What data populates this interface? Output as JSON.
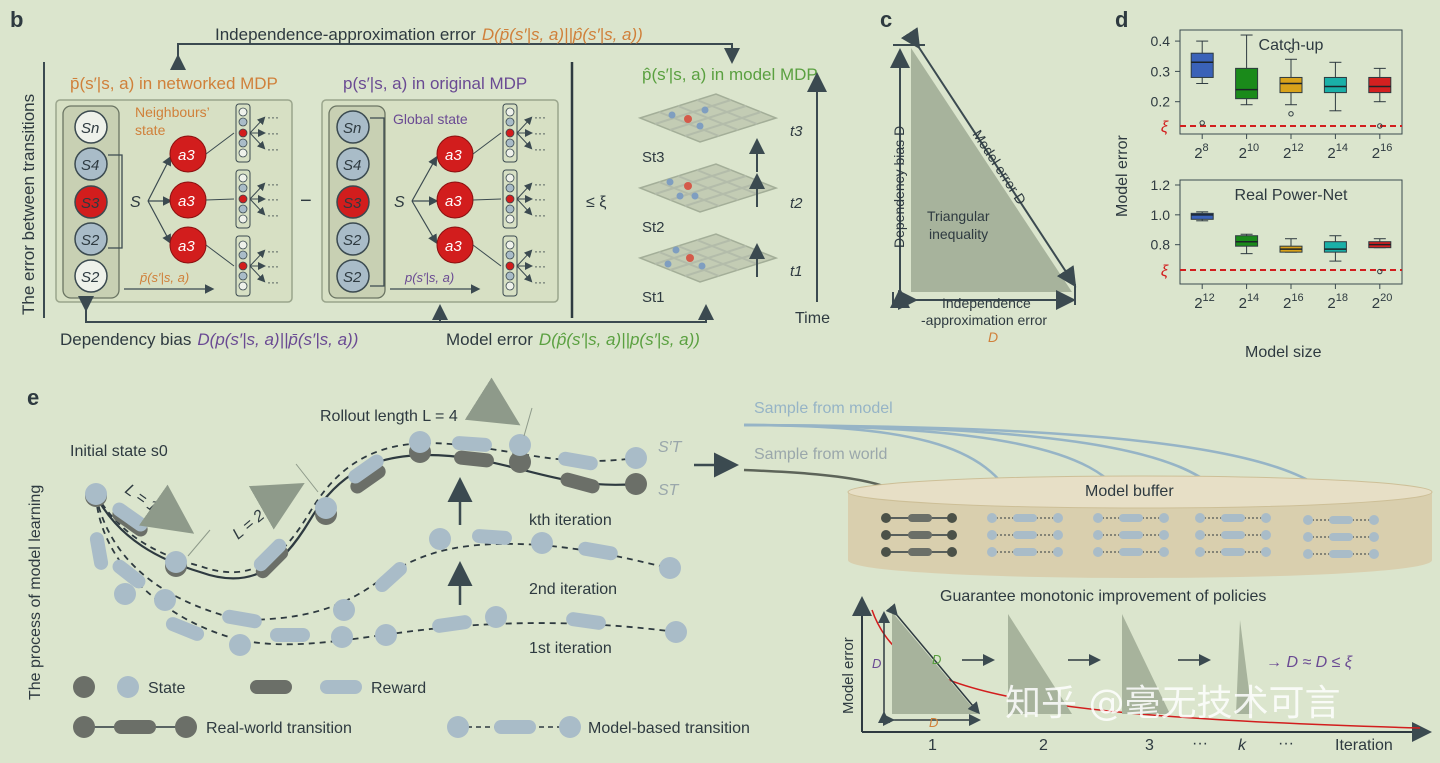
{
  "colors": {
    "background": "#dbe5cd",
    "panel": "#cfd8bd",
    "state_blue": "#a9bcc8",
    "state_red": "#d21d1d",
    "state_white": "#eef1ea",
    "dark": "#2e3a40",
    "orange": "#d0803a",
    "purple": "#6a4a93",
    "green": "#5aa040",
    "xi_red": "#d21d1d",
    "model_line": "#96b4c6",
    "real_dark": "#6b6f68",
    "triangle": "#a7b39c"
  },
  "panel_b": {
    "letter": "b",
    "y_axis": "The error between transitions",
    "top_error": "Independence-approximation error",
    "top_error_formula": "D(p̄(s′|s, a)||p̂(s′|s, a))",
    "networked_title": "p̄(s′|s, a) in networked MDP",
    "original_title": "p(s′|s, a) in original MDP",
    "model_title": "p̂(s′|s, a) in model MDP",
    "neighbours_state": [
      "Neighbours’",
      "state"
    ],
    "global_state": "Global state",
    "states_left": [
      "Sn",
      "S4",
      "S3",
      "S2",
      "S2"
    ],
    "states_right": [
      "Sn",
      "S4",
      "S3",
      "S2",
      "S2"
    ],
    "action": "a3",
    "s_label": "S",
    "minus": "−",
    "le_xi": "≤ ξ",
    "trans_left": "p̄(s′|s, a)",
    "trans_right": "p(s′|s, a)",
    "dots": "···",
    "s_t": [
      "St3",
      "St2",
      "St1"
    ],
    "t_labels": [
      "t3",
      "t2",
      "t1"
    ],
    "time": "Time",
    "dep_bias": "Dependency bias",
    "dep_bias_formula": "D(p(s′|s, a)||p̄(s′|s, a))",
    "model_error": "Model error",
    "model_error_formula": "D(p̂(s′|s, a)||p(s′|s, a))"
  },
  "panel_c": {
    "letter": "c",
    "dep_bias": "Dependency bias D",
    "model_error": "Model error D",
    "tri": [
      "Triangular",
      "inequality"
    ],
    "ind": [
      "Independence",
      "-approximation error",
      "D"
    ]
  },
  "panel_d": {
    "letter": "d",
    "ylabel": "Model error",
    "xlabel": "Model size",
    "xi": "ξ"
  },
  "chart_data": [
    {
      "type": "box",
      "title": "Catch-up",
      "ylabel": "Model error",
      "xlabel": "",
      "ylim": [
        0.1,
        0.43
      ],
      "yticks": [
        0.2,
        0.3,
        0.4
      ],
      "xi_line": 0.12,
      "categories": [
        "2^8",
        "2^10",
        "2^12",
        "2^14",
        "2^16"
      ],
      "series": [
        {
          "color": "#3a62b8",
          "whislo": 0.26,
          "q1": 0.28,
          "med": 0.33,
          "q3": 0.36,
          "whishi": 0.4,
          "fliers": [
            0.13
          ]
        },
        {
          "color": "#1a8a1a",
          "whislo": 0.19,
          "q1": 0.21,
          "med": 0.24,
          "q3": 0.31,
          "whishi": 0.42,
          "fliers": []
        },
        {
          "color": "#d9a21a",
          "whislo": 0.19,
          "q1": 0.23,
          "med": 0.26,
          "q3": 0.28,
          "whishi": 0.34,
          "fliers": [
            0.16,
            0.37
          ]
        },
        {
          "color": "#1ab0a8",
          "whislo": 0.17,
          "q1": 0.23,
          "med": 0.25,
          "q3": 0.28,
          "whishi": 0.33,
          "fliers": []
        },
        {
          "color": "#d42020",
          "whislo": 0.2,
          "q1": 0.23,
          "med": 0.25,
          "q3": 0.28,
          "whishi": 0.31,
          "fliers": [
            0.12
          ]
        }
      ]
    },
    {
      "type": "box",
      "title": "Real Power-Net",
      "ylabel": "Model error",
      "xlabel": "Model size",
      "ylim": [
        0.55,
        1.22
      ],
      "yticks": [
        0.8,
        1.0,
        1.2
      ],
      "xi_line": 0.63,
      "categories": [
        "2^12",
        "2^14",
        "2^16",
        "2^18",
        "2^20"
      ],
      "series": [
        {
          "color": "#3a62b8",
          "whislo": 0.96,
          "q1": 0.97,
          "med": 1.0,
          "q3": 1.01,
          "whishi": 1.02,
          "fliers": []
        },
        {
          "color": "#1a8a1a",
          "whislo": 0.74,
          "q1": 0.79,
          "med": 0.82,
          "q3": 0.86,
          "whishi": 0.87,
          "fliers": []
        },
        {
          "color": "#d9a21a",
          "whislo": 0.75,
          "q1": 0.75,
          "med": 0.77,
          "q3": 0.79,
          "whishi": 0.84,
          "fliers": []
        },
        {
          "color": "#1ab0a8",
          "whislo": 0.69,
          "q1": 0.75,
          "med": 0.77,
          "q3": 0.82,
          "whishi": 0.86,
          "fliers": []
        },
        {
          "color": "#d42020",
          "whislo": 0.78,
          "q1": 0.78,
          "med": 0.8,
          "q3": 0.82,
          "whishi": 0.84,
          "fliers": [
            0.62
          ]
        }
      ]
    }
  ],
  "panel_e": {
    "letter": "e",
    "y_axis": "The process of model learning",
    "rollout": "Rollout length L = 4",
    "initial": "Initial state s0",
    "l1": "L = 1",
    "l2": "L = 2",
    "st_prime": "S′T",
    "st": "ST",
    "kth": "kth iteration",
    "second": "2nd iteration",
    "first": "1st iteration",
    "sample_model": "Sample from model",
    "sample_world": "Sample from world",
    "buffer": "Model buffer",
    "guarantee": "Guarantee monotonic improvement of policies",
    "legend_state": "State",
    "legend_reward": "Reward",
    "legend_real": "Real-world transition",
    "legend_model": "Model-based transition",
    "ylabel": "Model error",
    "xlabel": "Iteration",
    "iter_labels": [
      "1",
      "2",
      "3",
      "···",
      "k",
      "···"
    ],
    "d_label": "D",
    "final": "→ D ≈ D ≤ ξ",
    "watermark": "知乎 @毫无技术可言"
  }
}
